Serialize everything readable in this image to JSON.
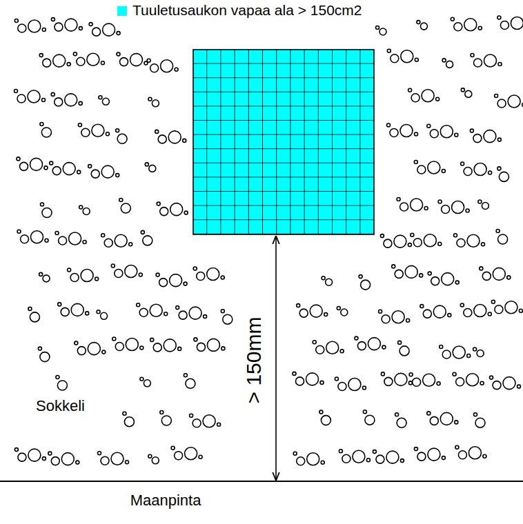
{
  "diagram": {
    "labels": [
      "> 150mm",
      "Sokkeli",
      "Maanpinta"
    ],
    "legend": [
      {
        "text": "Tuuletusaukon vapaa ala > 150cm2",
        "color": "#00ffff"
      }
    ]
  }
}
